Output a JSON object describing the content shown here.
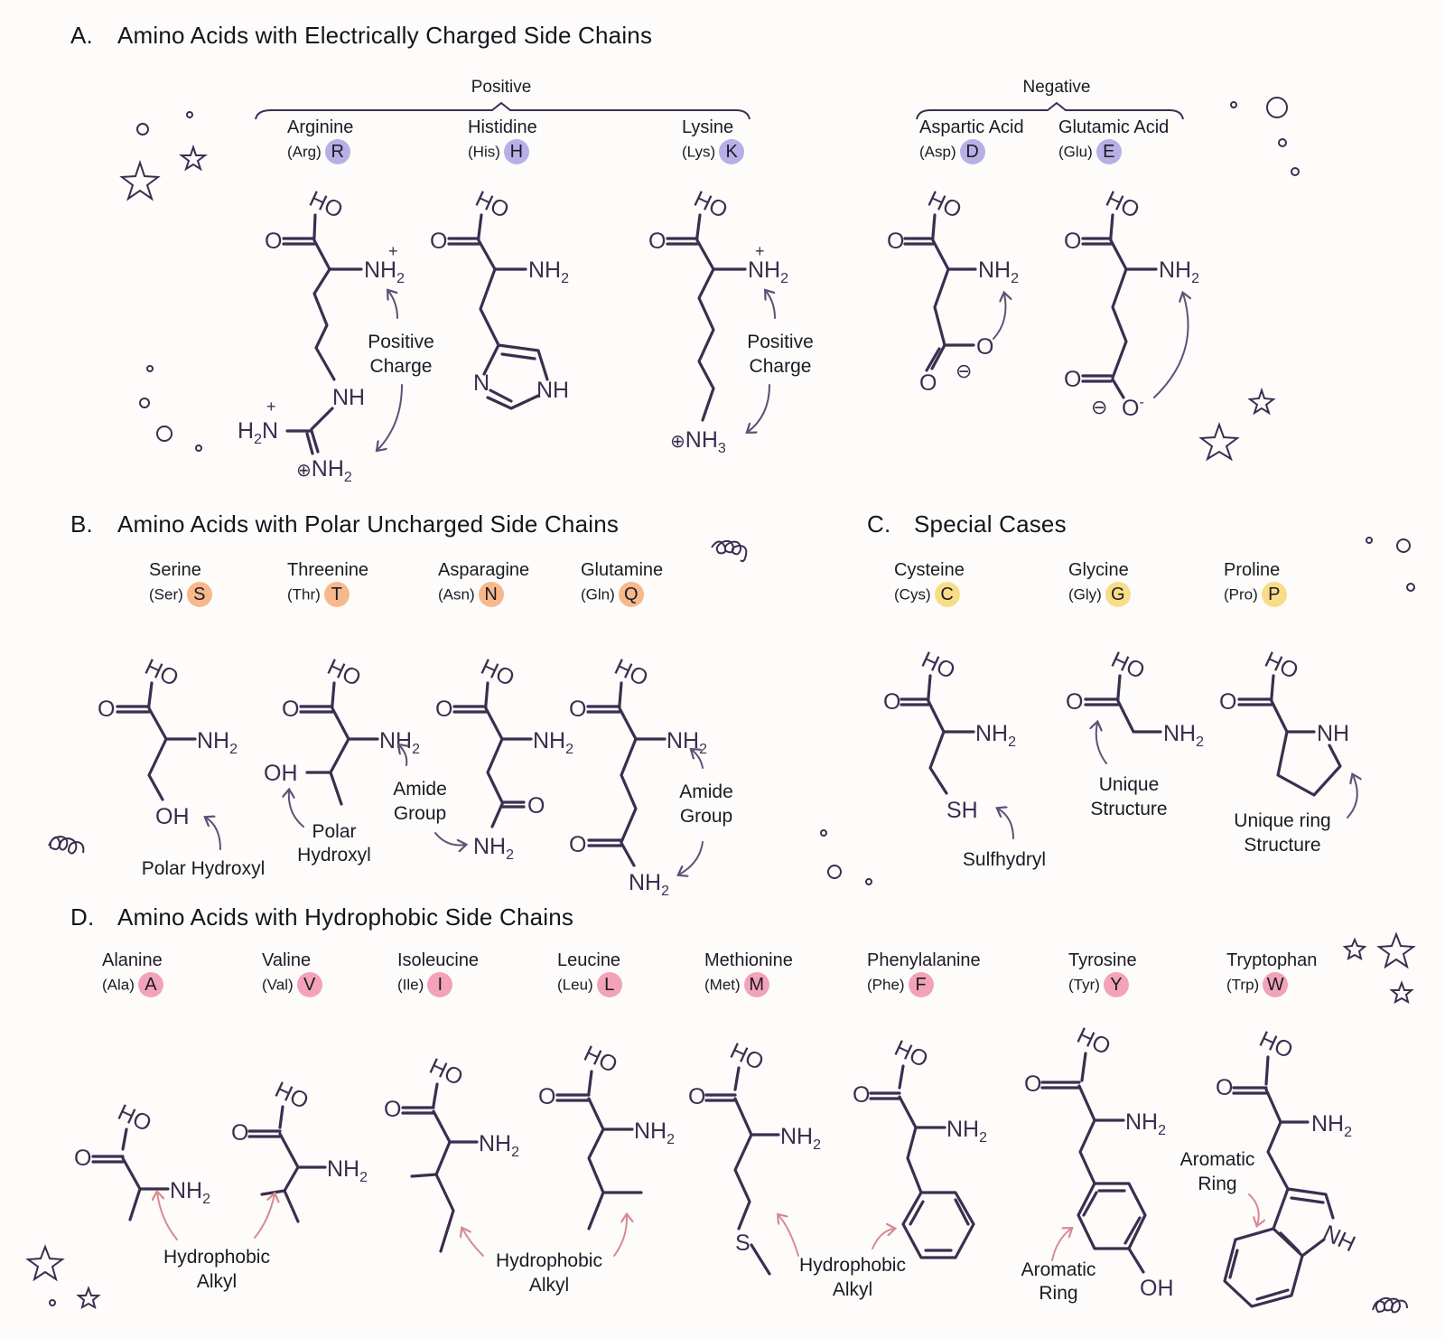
{
  "sections": {
    "A": {
      "letter": "A.",
      "title": "Amino Acids with Electrically Charged Side Chains",
      "groups": {
        "positive": "Positive",
        "negative": "Negative"
      },
      "acids": [
        {
          "name": "Arginine",
          "abbr": "(Arg)",
          "code": "R"
        },
        {
          "name": "Histidine",
          "abbr": "(His)",
          "code": "H"
        },
        {
          "name": "Lysine",
          "abbr": "(Lys)",
          "code": "K"
        },
        {
          "name": "Aspartic Acid",
          "abbr": "(Asp)",
          "code": "D"
        },
        {
          "name": "Glutamic Acid",
          "abbr": "(Glu)",
          "code": "E"
        }
      ],
      "notes": {
        "arg_l1": "Positive",
        "arg_l2": "Charge",
        "lys_l1": "Positive",
        "lys_l2": "Charge"
      }
    },
    "B": {
      "letter": "B.",
      "title": "Amino Acids with Polar Uncharged Side Chains",
      "acids": [
        {
          "name": "Serine",
          "abbr": "(Ser)",
          "code": "S"
        },
        {
          "name": "Threenine",
          "abbr": "(Thr)",
          "code": "T"
        },
        {
          "name": "Asparagine",
          "abbr": "(Asn)",
          "code": "N"
        },
        {
          "name": "Glutamine",
          "abbr": "(Gln)",
          "code": "Q"
        }
      ],
      "notes": {
        "ser": "Polar Hydroxyl",
        "thr_l1": "Polar",
        "thr_l2": "Hydroxyl",
        "asn_l1": "Amide",
        "asn_l2": "Group",
        "gln_l1": "Amide",
        "gln_l2": "Group"
      }
    },
    "C": {
      "letter": "C.",
      "title": "Special Cases",
      "acids": [
        {
          "name": "Cysteine",
          "abbr": "(Cys)",
          "code": "C"
        },
        {
          "name": "Glycine",
          "abbr": "(Gly)",
          "code": "G"
        },
        {
          "name": "Proline",
          "abbr": "(Pro)",
          "code": "P"
        }
      ],
      "notes": {
        "cys": "Sulfhydryl",
        "gly_l1": "Unique",
        "gly_l2": "Structure",
        "pro_l1": "Unique ring",
        "pro_l2": "Structure"
      }
    },
    "D": {
      "letter": "D.",
      "title": "Amino Acids with Hydrophobic Side Chains",
      "acids": [
        {
          "name": "Alanine",
          "abbr": "(Ala)",
          "code": "A"
        },
        {
          "name": "Valine",
          "abbr": "(Val)",
          "code": "V"
        },
        {
          "name": "Isoleucine",
          "abbr": "(Ile)",
          "code": "I"
        },
        {
          "name": "Leucine",
          "abbr": "(Leu)",
          "code": "L"
        },
        {
          "name": "Methionine",
          "abbr": "(Met)",
          "code": "M"
        },
        {
          "name": "Phenylalanine",
          "abbr": "(Phe)",
          "code": "F"
        },
        {
          "name": "Tyrosine",
          "abbr": "(Tyr)",
          "code": "Y"
        },
        {
          "name": "Tryptophan",
          "abbr": "(Trp)",
          "code": "W"
        }
      ],
      "notes": {
        "hyd1_l1": "Hydrophobic",
        "hyd1_l2": "Alkyl",
        "hyd2_l1": "Hydrophobic",
        "hyd2_l2": "Alkyl",
        "hyd3_l1": "Hydrophobic",
        "hyd3_l2": "Alkyl",
        "tyr_l1": "Aromatic",
        "tyr_l2": "Ring",
        "trp_l1": "Aromatic",
        "trp_l2": "Ring"
      }
    }
  },
  "atoms": {
    "HO": "HO",
    "O": "O",
    "NH2": "NH",
    "NH": "NH",
    "OH": "OH",
    "SH": "SH",
    "S": "S",
    "N": "N",
    "H2N": "H",
    "NH3": "NH",
    "sub2": "2",
    "sub3": "3",
    "plus": "+",
    "minus": "⊖",
    "oplus": "⊕"
  },
  "colors": {
    "charged": "#b6b0e6",
    "polar": "#f7b88c",
    "special": "#f8dc86",
    "hydrophobic": "#f2a3b9",
    "bond": "#3a2f4f"
  }
}
